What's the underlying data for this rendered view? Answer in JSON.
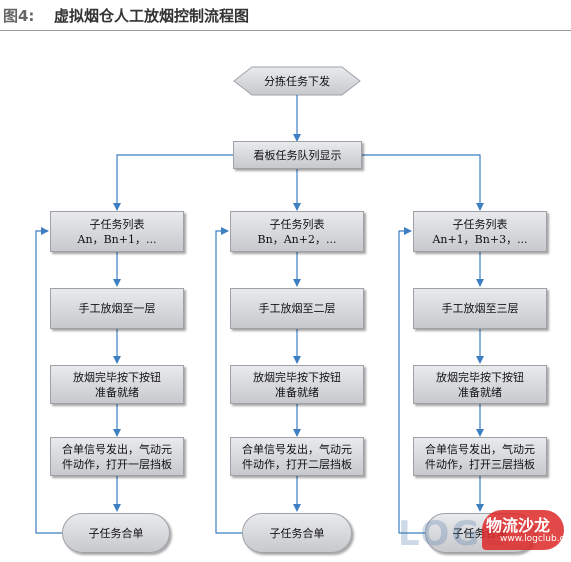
{
  "figure": {
    "label": "图4:",
    "title": "虚拟烟仓人工放烟控制流程图"
  },
  "nodes": {
    "start": "分拣任务下发",
    "queue": "看板任务队列显示",
    "lanes": [
      {
        "list_title": "子任务列表",
        "list_items": "An，Bn+1，...",
        "step_manual": "手工放烟至一层",
        "step_ready_1": "放烟完毕按下按钮",
        "step_ready_2": "准备就绪",
        "step_signal_1": "合单信号发出，气动元",
        "step_signal_2": "件动作，打开一层挡板",
        "merge": "子任务合单"
      },
      {
        "list_title": "子任务列表",
        "list_items": "Bn，An+2，...",
        "step_manual": "手工放烟至二层",
        "step_ready_1": "放烟完毕按下按钮",
        "step_ready_2": "准备就绪",
        "step_signal_1": "合单信号发出，气动元",
        "step_signal_2": "件动作，打开二层挡板",
        "merge": "子任务合单"
      },
      {
        "list_title": "子任务列表",
        "list_items": "An+1，Bn+3，...",
        "step_manual": "手工放烟至三层",
        "step_ready_1": "放烟完毕按下按钮",
        "step_ready_2": "准备就绪",
        "step_signal_1": "合单信号发出，气动元",
        "step_signal_2": "件动作，打开三层挡板",
        "merge": "子任务合单"
      }
    ]
  },
  "watermark": {
    "logo": "LOGC",
    "name": "物流沙龙",
    "url": "www.logclub.com"
  },
  "colors": {
    "arrow": "#3d7fc1",
    "box_top": "#e9eaec",
    "box_bottom": "#c7c9cd"
  }
}
